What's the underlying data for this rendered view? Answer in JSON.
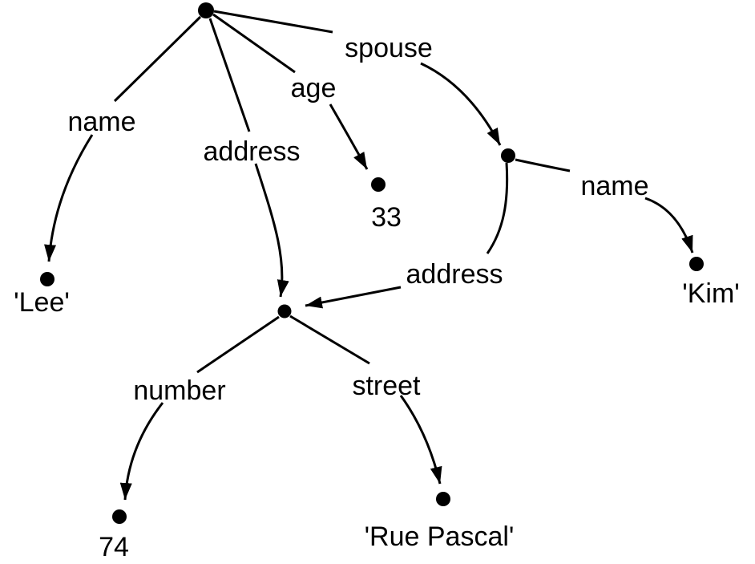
{
  "diagram": {
    "labels": {
      "name1": "name",
      "address1": "address",
      "age": "age",
      "spouse": "spouse",
      "name2": "name",
      "address2": "address",
      "number": "number",
      "street": "street"
    },
    "values": {
      "lee": "'Lee'",
      "age": "33",
      "kim": "'Kim'",
      "number": "74",
      "street": "'Rue Pascal'"
    },
    "colors": {
      "ink": "#000000",
      "background": "#ffffff"
    }
  }
}
